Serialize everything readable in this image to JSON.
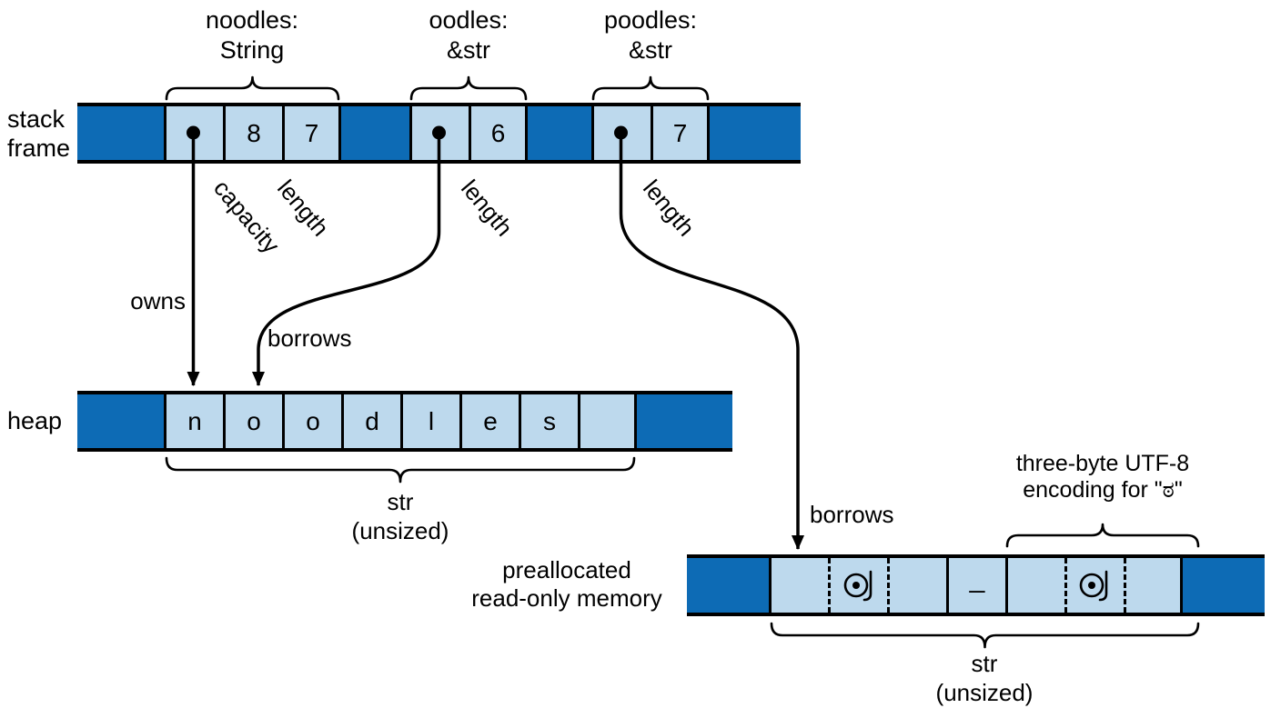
{
  "colors": {
    "row_fill": "#0d6bb5",
    "cell_fill": "#bdd9ed",
    "line": "#000000"
  },
  "stack": {
    "side_label": "stack\nframe",
    "groups": [
      {
        "title": "noodles:\nString",
        "cells": [
          "",
          "8",
          "7"
        ]
      },
      {
        "title": "oodles:\n&str",
        "cells": [
          "",
          "6"
        ]
      },
      {
        "title": "poodles:\n&str",
        "cells": [
          "",
          "7"
        ]
      }
    ],
    "field_labels": [
      "capacity",
      "length",
      "length",
      "length"
    ]
  },
  "arrows": {
    "owns": "owns",
    "borrows_oodles": "borrows",
    "borrows_poodles": "borrows"
  },
  "heap": {
    "side_label": "heap",
    "cells": [
      "n",
      "o",
      "o",
      "d",
      "l",
      "e",
      "s",
      ""
    ],
    "brace_label": "str\n(unsized)"
  },
  "readonly": {
    "side_label": "preallocated\nread-only memory",
    "cells": [
      "ಠ",
      "_",
      "ಠ"
    ],
    "annotation": "three-byte UTF-8\nencoding for \"ಠ\"",
    "brace_label": "str\n(unsized)"
  }
}
